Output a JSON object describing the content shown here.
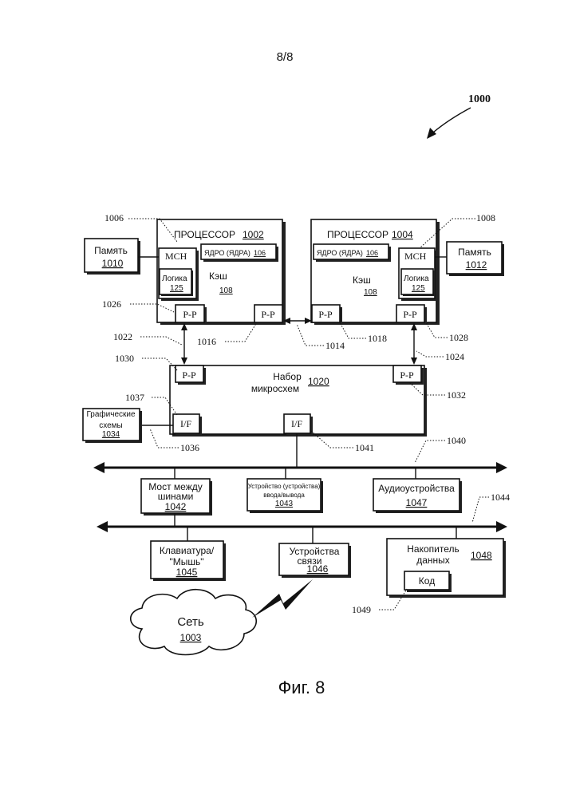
{
  "page": {
    "number": "8/8",
    "figure_label": "Фиг. 8"
  },
  "system_ref": "1000",
  "processors": [
    {
      "title": "ПРОЦЕССОР",
      "ref": "1002",
      "core": "ЯДРО (ЯДРА)",
      "core_ref": "106",
      "cache": "Кэш",
      "cache_ref": "108",
      "mch": "MCH",
      "logic": "Логика",
      "logic_ref": "125",
      "pp": "P-P"
    },
    {
      "title": "ПРОЦЕССОР",
      "ref": "1004",
      "core": "ЯДРО (ЯДРА)",
      "core_ref": "106",
      "cache": "Кэш",
      "cache_ref": "108",
      "mch": "MCH",
      "logic": "Логика",
      "logic_ref": "125",
      "pp": "P-P"
    }
  ],
  "memory": [
    {
      "label": "Память",
      "ref": "1010"
    },
    {
      "label": "Память",
      "ref": "1012"
    }
  ],
  "chipset": {
    "label_line1": "Набор",
    "label_line2": "микросхем",
    "ref": "1020",
    "pp": "P-P",
    "if": "I/F"
  },
  "graphics": {
    "label_line1": "Графические",
    "label_line2": "схемы",
    "ref": "1034"
  },
  "bus1_devices": [
    {
      "line1": "Мост между",
      "line2": "шинами",
      "ref": "1042"
    },
    {
      "line1": "Устройство (устройства)",
      "line2": "ввода/вывода",
      "ref": "1043"
    },
    {
      "line1": "Аудиоустройства",
      "ref": "1047"
    }
  ],
  "bus2_devices": [
    {
      "line1": "Клавиатура/",
      "line2": "\"Мышь\"",
      "ref": "1045"
    },
    {
      "line1": "Устройства",
      "line2": "связи",
      "ref": "1046"
    },
    {
      "line1": "Накопитель",
      "line2": "данных",
      "ref": "1048",
      "code": "Код"
    }
  ],
  "network": {
    "label": "Сеть",
    "ref": "1003"
  },
  "callouts": {
    "c1006": "1006",
    "c1008": "1008",
    "c1026": "1026",
    "c1016": "1016",
    "c1022": "1022",
    "c1014": "1014",
    "c1018": "1018",
    "c1028": "1028",
    "c1024": "1024",
    "c1030": "1030",
    "c1032": "1032",
    "c1037": "1037",
    "c1036": "1036",
    "c1041": "1041",
    "c1040": "1040",
    "c1044": "1044",
    "c1049": "1049"
  }
}
